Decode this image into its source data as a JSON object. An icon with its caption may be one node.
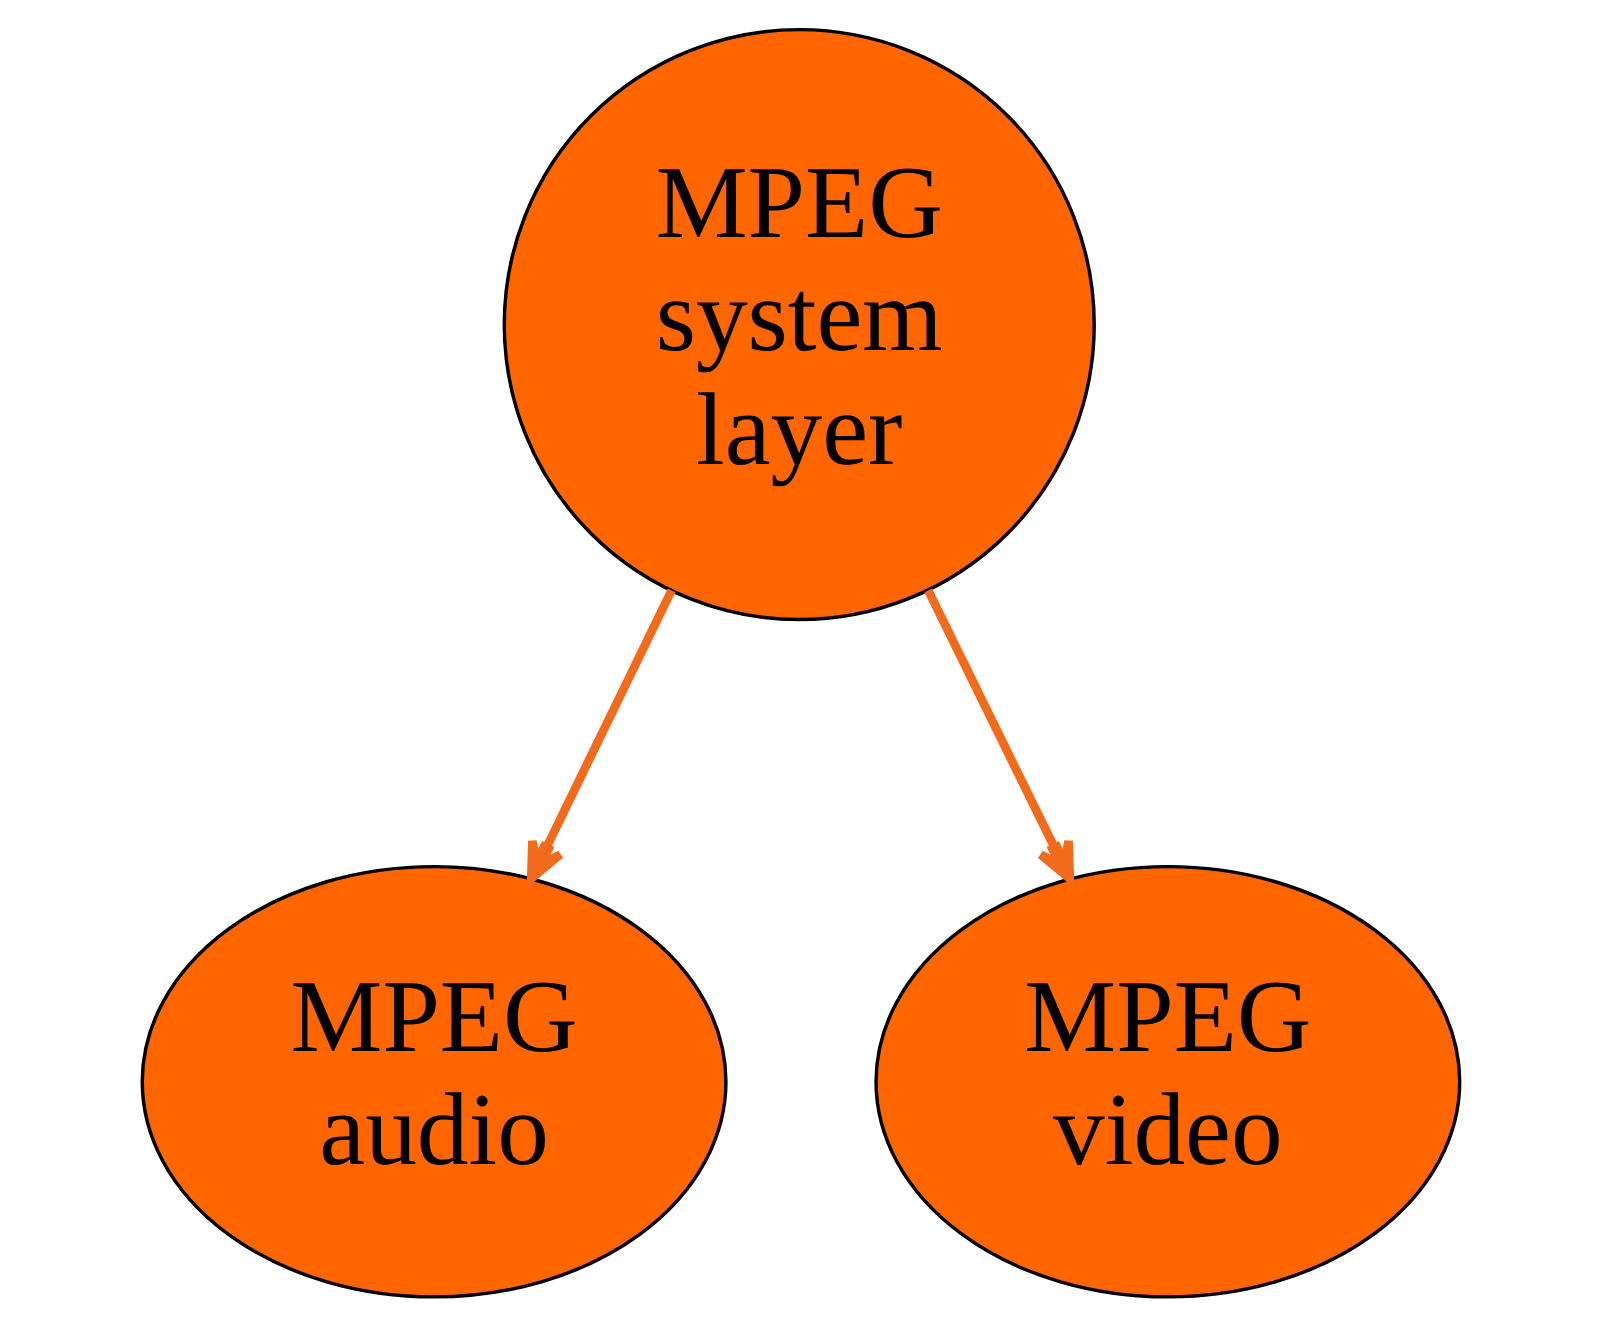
{
  "diagram": {
    "nodes": [
      {
        "text": [
          "MPEG system layer"
        ]
      },
      {
        "text": [
          "MPEG audio"
        ]
      },
      {
        "text": [
          "MPEG video"
        ]
      }
    ],
    "edges": [
      {
        "from": 0,
        "to": 1,
        "arrow": "to"
      },
      {
        "from": 0,
        "to": 2,
        "arrow": "to"
      }
    ]
  }
}
